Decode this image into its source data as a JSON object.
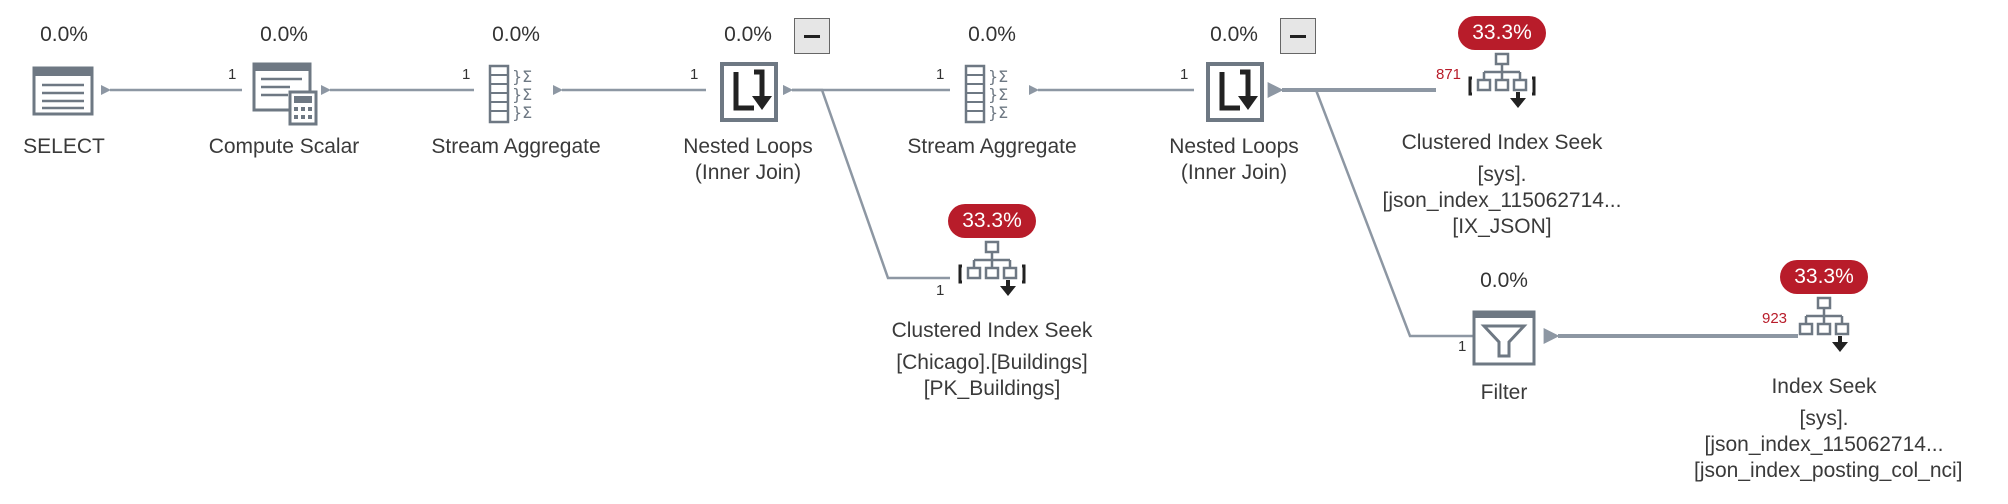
{
  "nodes": {
    "select": {
      "pct": "0.0%",
      "title": "SELECT"
    },
    "compute": {
      "pct": "0.0%",
      "title": "Compute Scalar"
    },
    "agg1": {
      "pct": "0.0%",
      "title": "Stream Aggregate"
    },
    "nl1": {
      "pct": "0.0%",
      "title": "Nested Loops",
      "sub": "(Inner Join)"
    },
    "agg2": {
      "pct": "0.0%",
      "title": "Stream Aggregate"
    },
    "nl2": {
      "pct": "0.0%",
      "title": "Nested Loops",
      "sub": "(Inner Join)"
    },
    "cis_json": {
      "pct": "33.3%",
      "title": "Clustered Index Seek",
      "sub": "[sys].[json_index_115062714...",
      "sub2": "[IX_JSON]"
    },
    "cis_chicago": {
      "pct": "33.3%",
      "title": "Clustered Index Seek",
      "sub": "[Chicago].[Buildings]",
      "sub2": "[PK_Buildings]"
    },
    "filter": {
      "pct": "0.0%",
      "title": "Filter"
    },
    "index_seek": {
      "pct": "33.3%",
      "title": "Index Seek",
      "sub": "[sys].[json_index_115062714...",
      "sub2": "[json_index_posting_col_nci]"
    }
  },
  "rows": {
    "compute_to_select": "1",
    "agg1_to_compute": "1",
    "nl1_to_agg1": "1",
    "agg2_to_nl1": "1",
    "chicago_to_nl1": "1",
    "nl2_to_agg2": "1",
    "json_to_nl2": "871",
    "filter_to_nl2": "1",
    "seek_to_filter": "923"
  },
  "colors": {
    "hot": "#b81c2a",
    "wire": "#8d97a3",
    "icon": "#6e7883"
  },
  "icons": [
    "select-icon",
    "compute-scalar-icon",
    "stream-aggregate-icon",
    "nested-loops-icon",
    "clustered-index-seek-icon",
    "filter-icon",
    "index-seek-icon",
    "collapse-icon"
  ]
}
